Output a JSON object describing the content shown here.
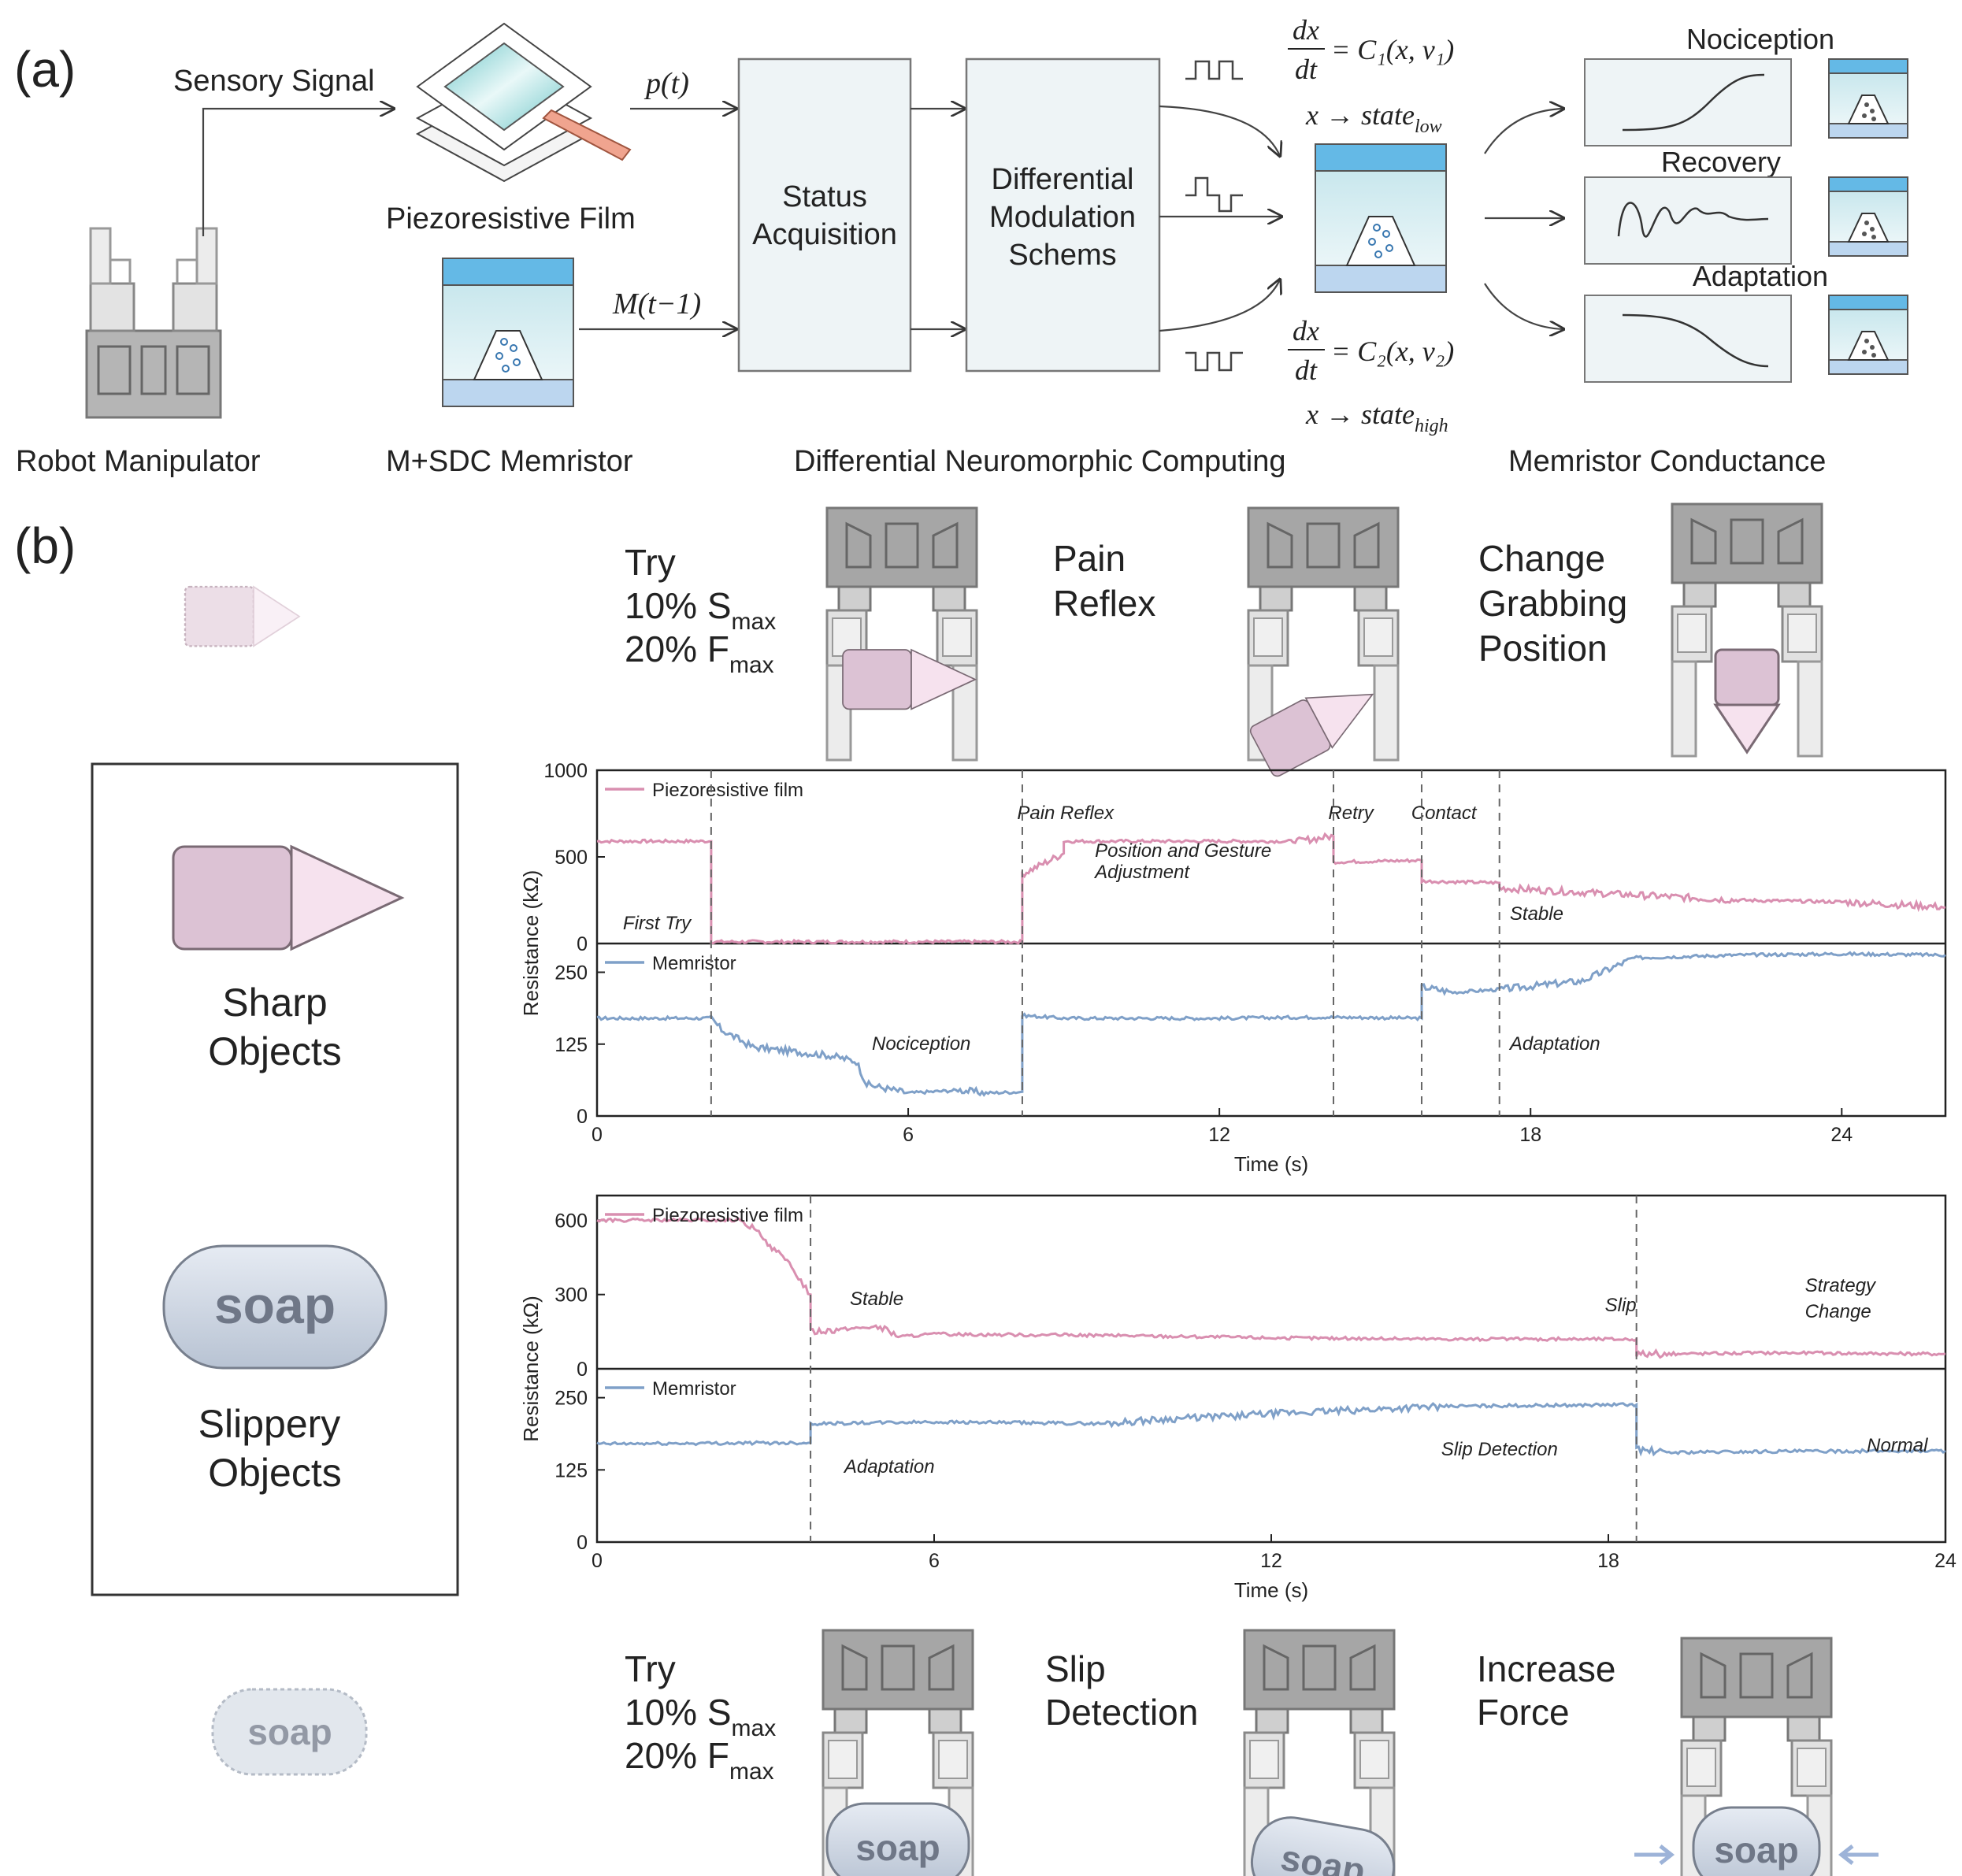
{
  "panel_a": {
    "label": "(a)",
    "sensory_signal": "Sensory Signal",
    "piezo_film": "Piezoresistive Film",
    "p_t": "p(t)",
    "m_t": "M(t−1)",
    "status": [
      "Status",
      "Acquisition"
    ],
    "diff_mod": [
      "Differential",
      "Modulation",
      "Schems"
    ],
    "eq1": "= C₁(x, v₁)",
    "eq2": "= C₂(x, v₂)",
    "frac_num": "dx",
    "frac_den": "dt",
    "state_low": "x → state",
    "state_low_sub": "low",
    "state_high": "x → state",
    "state_high_sub": "high",
    "outputs": [
      "Nociception",
      "Recovery",
      "Adaptation"
    ],
    "captions": [
      "Robot Manipulator",
      "M+SDC Memristor",
      "Differential Neuromorphic Computing",
      "Memristor Conductance"
    ]
  },
  "panel_b": {
    "label": "(b)",
    "steps_top": {
      "try": [
        "Try",
        "10% S",
        "max",
        "20% F",
        "max"
      ],
      "pain": [
        "Pain",
        "Reflex"
      ],
      "change": [
        "Change",
        "Grabbing",
        "Position"
      ]
    },
    "steps_bottom": {
      "try": [
        "Try",
        "10% S",
        "max",
        "20% F",
        "max"
      ],
      "slip": [
        "Slip",
        "Detection"
      ],
      "force": [
        "Increase",
        "Force"
      ]
    },
    "sharp": [
      "Sharp",
      "Objects"
    ],
    "slippery": [
      "Slippery",
      "Objects"
    ],
    "soap": "soap",
    "soap_blur": "soap"
  },
  "colors": {
    "pink": "#d98fb0",
    "blue": "#7fa0c8",
    "box_fill": "#eef4f6",
    "gray": "#9a9a9a"
  },
  "chart_data": [
    {
      "type": "line",
      "ylabel": "Resistance (kΩ)",
      "xlabel": "Time (s)",
      "xlim": [
        0,
        26
      ],
      "xticks": [
        0,
        6,
        12,
        18,
        24
      ],
      "top": {
        "ylim": [
          0,
          1000
        ],
        "yticks": [
          0,
          500,
          1000
        ],
        "series": [
          {
            "name": "Piezoresistive film",
            "color": "#d98fb0",
            "x": [
              0,
              2.2,
              2.2,
              8.2,
              8.2,
              9,
              9,
              13.5,
              14.2,
              14.2,
              15.9,
              15.9,
              17.4,
              17.4,
              20,
              22,
              24,
              26
            ],
            "y": [
              590,
              590,
              10,
              10,
              400,
              520,
              590,
              590,
              620,
              470,
              480,
              360,
              350,
              320,
              280,
              250,
              240,
              210
            ]
          }
        ],
        "annotations": [
          "First Try",
          "Pain Reflex",
          "Position and Gesture",
          "Adjustment",
          "Retry",
          "Contact",
          "Stable"
        ]
      },
      "bottom": {
        "ylim": [
          0,
          300
        ],
        "yticks": [
          0,
          125,
          250
        ],
        "series": [
          {
            "name": "Memristor",
            "color": "#7fa0c8",
            "x": [
              0,
              2.2,
              2.4,
              3,
              4.5,
              5,
              5.2,
              6,
              7,
              7.5,
              8.2,
              8.2,
              9,
              12,
              14,
              15.9,
              15.9,
              16.5,
              17.4,
              19,
              20,
              22,
              24,
              26
            ],
            "y": [
              170,
              170,
              150,
              120,
              105,
              95,
              55,
              40,
              45,
              40,
              42,
              175,
              170,
              170,
              172,
              170,
              225,
              215,
              220,
              235,
              275,
              280,
              282,
              280
            ]
          }
        ],
        "annotations": [
          "Nociception",
          "Adaptation"
        ]
      },
      "vlines": [
        2.2,
        8.2,
        14.2,
        15.9,
        17.4
      ]
    },
    {
      "type": "line",
      "ylabel": "Resistance (kΩ)",
      "xlabel": "Time (s)",
      "xlim": [
        0,
        24
      ],
      "xticks": [
        0,
        6,
        12,
        18,
        24
      ],
      "top": {
        "ylim": [
          0,
          700
        ],
        "yticks": [
          0,
          300,
          600
        ],
        "series": [
          {
            "name": "Piezoresistive film",
            "color": "#d98fb0",
            "x": [
              0,
              2.6,
              3,
              3.5,
              3.8,
              3.8,
              4.3,
              5,
              5.4,
              6,
              9,
              12,
              15,
              18.5,
              18.5,
              19,
              21,
              24
            ],
            "y": [
              600,
              600,
              520,
              400,
              300,
              150,
              160,
              170,
              130,
              140,
              135,
              125,
              120,
              120,
              60,
              60,
              65,
              60
            ]
          }
        ],
        "annotations": [
          "Stable",
          "Slip",
          "Strategy",
          "Change"
        ]
      },
      "bottom": {
        "ylim": [
          0,
          300
        ],
        "yticks": [
          0,
          125,
          250
        ],
        "series": [
          {
            "name": "Memristor",
            "color": "#7fa0c8",
            "x": [
              0,
              3.8,
              3.8,
              6,
              9,
              10,
              12,
              15,
              18.5,
              18.5,
              19,
              21,
              24
            ],
            "y": [
              170,
              172,
              205,
              208,
              205,
              212,
              222,
              235,
              238,
              160,
              155,
              157,
              158
            ]
          }
        ],
        "annotations": [
          "Adaptation",
          "Slip Detection",
          "Normal"
        ]
      },
      "vlines": [
        3.8,
        18.5
      ]
    }
  ]
}
